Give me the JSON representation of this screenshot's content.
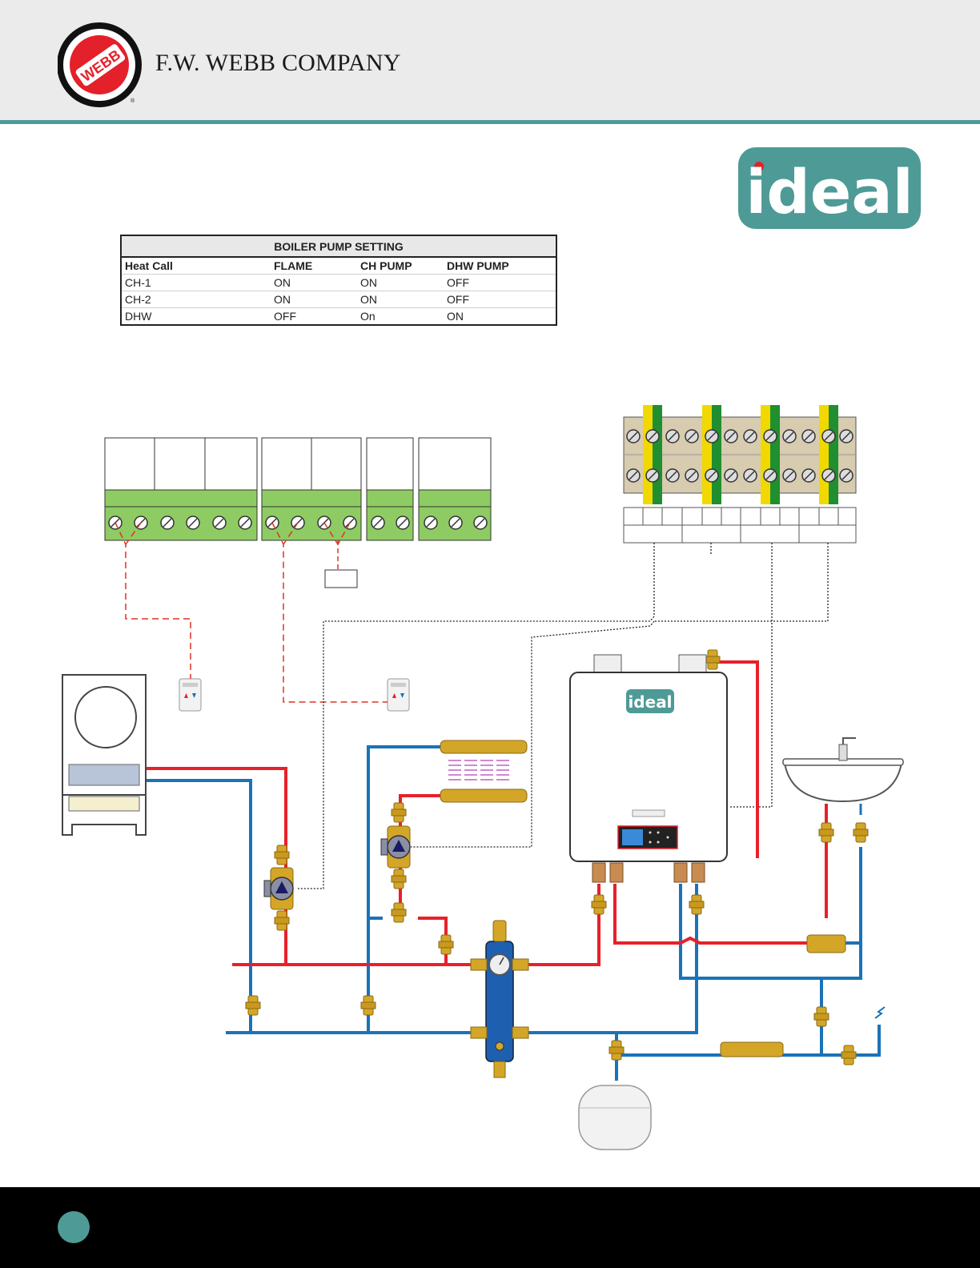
{
  "header": {
    "company_name": "F.W. WEBB COMPANY",
    "logo_text": "WEBB",
    "colors": {
      "band": "#ebebeb",
      "rule": "#4e9a97"
    }
  },
  "brand": {
    "logo_text": "ideal",
    "color": "#4e9a97"
  },
  "pump_table": {
    "title": "BOILER PUMP SETTING",
    "columns": [
      "Heat Call",
      "FLAME",
      "CH PUMP",
      "DHW PUMP"
    ],
    "rows": [
      [
        "CH-1",
        "ON",
        "ON",
        "OFF"
      ],
      [
        "CH-2",
        "ON",
        "ON",
        "OFF"
      ],
      [
        "DHW",
        "OFF",
        "On",
        "ON"
      ]
    ]
  },
  "diagram": {
    "boiler_label": "ideal",
    "colors": {
      "supply": "#e8202a",
      "return": "#1a73b8",
      "brass": "#d4a628",
      "terminal_green": "#8fcb63",
      "separator": "#1f5fb0",
      "accent": "#4e9a97"
    }
  },
  "footer": {
    "color": "#000000"
  }
}
